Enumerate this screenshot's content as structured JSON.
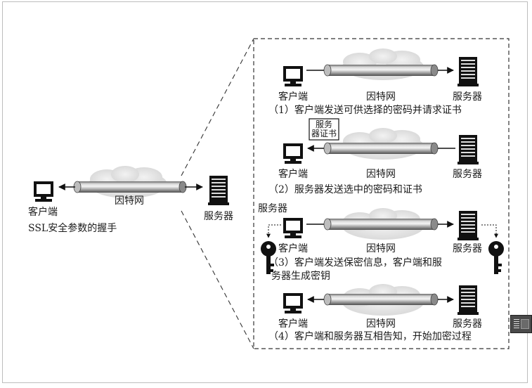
{
  "left": {
    "client": "客户端",
    "internet": "因特网",
    "server": "服务器",
    "caption": "SSL安全参数的握手"
  },
  "steps": [
    {
      "client": "客户端",
      "internet": "因特网",
      "server": "服务器",
      "caption": "（1）客户端发送可供选择的密码并请求证书"
    },
    {
      "client": "客户端",
      "internet": "因特网",
      "server": "服务器",
      "caption": "（2）服务器发送选中的密码和证书",
      "cert_line1": "服务",
      "cert_line2": "器证书"
    },
    {
      "client": "客户端",
      "internet": "因特网",
      "server": "服务器",
      "caption_line1": "（3）客户端发送保密信息，客户端和服",
      "caption_line2": "务器生成密钥",
      "server_label_top": "服务器"
    },
    {
      "client": "客户端",
      "internet": "因特网",
      "server": "服务器",
      "caption": "（4）客户端和服务器互相告知，开始加密过程"
    }
  ],
  "icons": {
    "computer": "computer-icon",
    "server": "server-icon",
    "key": "key-icon",
    "cloud": "cloud-icon",
    "pipe": "pipe-icon",
    "certificate": "certificate-icon"
  }
}
